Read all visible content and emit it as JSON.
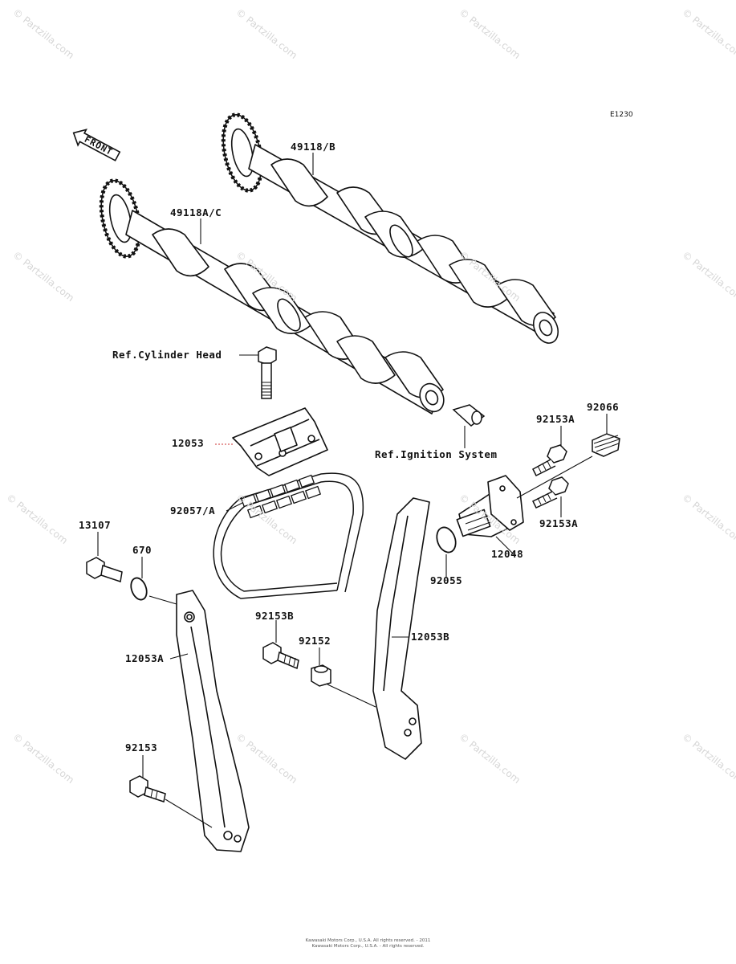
{
  "diagram_code": "E1230",
  "front_label": "FRONT",
  "watermark": "© Partzilla.com",
  "copyright_lines": [
    "Kawasaki Motors Corp., U.S.A. All rights reserved. - 2011",
    "Kawasaki Motors Corp., U.S.A. - All rights reserved."
  ],
  "parts": {
    "camshaft_b": "49118/B",
    "camshaft_ac": "49118A/C",
    "ref_cylinder_head": "Ref.Cylinder Head",
    "guide_12053": "12053",
    "ref_ignition": "Ref.Ignition System",
    "bolt_92153a_top": "92153A",
    "plug_92066": "92066",
    "chain_92057a": "92057/A",
    "bolt_13107": "13107",
    "oring_670": "670",
    "bolt_92153a_bottom": "92153A",
    "tensioner_12048": "12048",
    "oring_92055": "92055",
    "bolt_92153b": "92153B",
    "collar_92152": "92152",
    "guide_12053b": "12053B",
    "guide_12053a": "12053A",
    "bolt_92153": "92153"
  }
}
